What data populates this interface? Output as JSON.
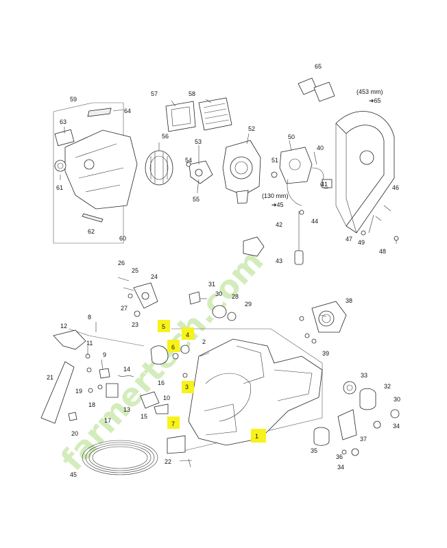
{
  "labels": {
    "l1": "1",
    "l2": "2",
    "l3": "3",
    "l4": "4",
    "l5": "5",
    "l6": "6",
    "l7": "7",
    "l8": "8",
    "l9": "9",
    "l10": "10",
    "l11": "11",
    "l12": "12",
    "l13": "13",
    "l14": "14",
    "l15": "15",
    "l16": "16",
    "l17": "17",
    "l18": "18",
    "l19": "19",
    "l20": "20",
    "l21": "21",
    "l22": "22",
    "l23": "23",
    "l24": "24",
    "l25": "25",
    "l26": "26",
    "l27": "27",
    "l28": "28",
    "l29": "29",
    "l30": "30",
    "l30b": "30",
    "l31": "31",
    "l32": "32",
    "l33": "33",
    "l34": "34",
    "l34b": "34",
    "l35": "35",
    "l36": "36",
    "l37": "37",
    "l38": "38",
    "l39": "39",
    "l40": "40",
    "l41": "41",
    "l42": "42",
    "l43": "43",
    "l44": "44",
    "l45": "45",
    "l46": "46",
    "l47": "47",
    "l48": "48",
    "l49": "49",
    "l50": "50",
    "l51": "51",
    "l52": "52",
    "l53": "53",
    "l54": "54",
    "l55": "55",
    "l56": "56",
    "l57": "57",
    "l58": "58",
    "l59": "59",
    "l60": "60",
    "l61": "61",
    "l62": "62",
    "l63": "63",
    "l64": "64",
    "l65": "65"
  },
  "annotations": {
    "length_453": "(453 mm)",
    "ref_65": "➔65",
    "length_130": "(130 mm)",
    "ref_45": "➔45"
  },
  "highlighted_parts": [
    "1",
    "3",
    "4",
    "5",
    "6",
    "7"
  ],
  "watermark": "farmertech.com",
  "colors": {
    "highlight": "#f7f21a",
    "watermark": "#c5e6a5",
    "line": "#222222"
  }
}
